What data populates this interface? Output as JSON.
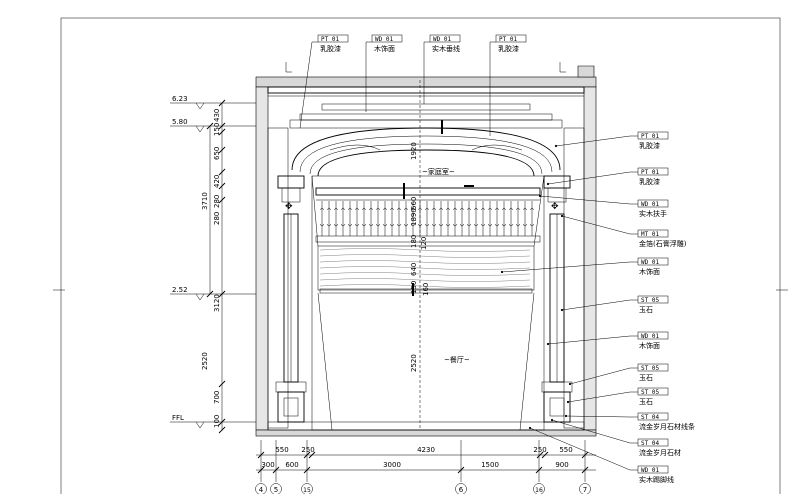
{
  "top_tags": [
    {
      "code": "PT  01",
      "label": "乳胶漆"
    },
    {
      "code": "WD  01",
      "label": "木饰面"
    },
    {
      "code": "WD  01",
      "label": "实木垂线"
    },
    {
      "code": "PT  01",
      "label": "乳胶漆"
    }
  ],
  "right_tags": [
    {
      "code": "PT  01",
      "label": "乳胶漆"
    },
    {
      "code": "PT  01",
      "label": "乳胶漆"
    },
    {
      "code": "WD  01",
      "label": "实木扶手"
    },
    {
      "code": "MT  01",
      "label": "金箔(石膏浮雕)"
    },
    {
      "code": "WD  01",
      "label": "木饰面"
    },
    {
      "code": "ST  05",
      "label": "玉石"
    },
    {
      "code": "WD  01",
      "label": "木饰面"
    },
    {
      "code": "ST  05",
      "label": "玉石"
    },
    {
      "code": "ST  05",
      "label": "玉石"
    },
    {
      "code": "ST  04",
      "label": "流金岁月石材线条"
    },
    {
      "code": "ST  04",
      "label": "流金岁月石材"
    },
    {
      "code": "WD  01",
      "label": "实木踢脚线"
    }
  ],
  "levels": [
    {
      "value": "6.23"
    },
    {
      "value": "5.80"
    },
    {
      "value": "2.52"
    },
    {
      "value": "FFL"
    }
  ],
  "left_dims_inner": [
    "430",
    "150",
    "650",
    "420",
    "280",
    "280",
    "3120",
    "2520",
    "700",
    "100"
  ],
  "left_dims_outer": [
    "3710"
  ],
  "bottom_dims_row1": [
    "550",
    "250",
    "4230",
    "250",
    "550"
  ],
  "bottom_dims_row2": [
    "300",
    "600",
    "3000",
    "1500",
    "900"
  ],
  "grid_axes": [
    "4",
    "5",
    "15",
    "6",
    "16",
    "7"
  ],
  "room_labels": {
    "upper": "~家庭室~",
    "lower": "~餐厅~"
  },
  "center_dims": [
    "1920",
    "560",
    "1890",
    "180",
    "120",
    "640",
    "150",
    "160",
    "2520"
  ]
}
